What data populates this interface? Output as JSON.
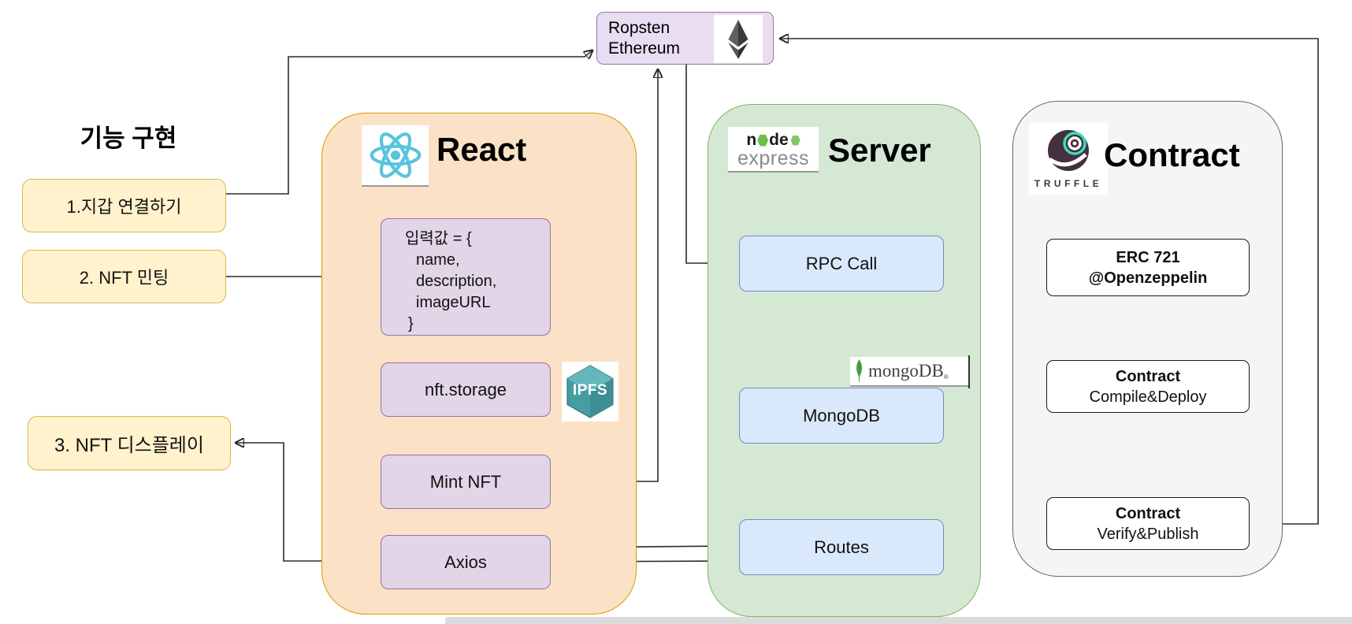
{
  "ropsten": {
    "line1": "Ropsten",
    "line2": "Ethereum"
  },
  "features": {
    "heading": "기능 구현",
    "items": [
      "1.지갑 연결하기",
      "2. NFT 민팅",
      "3. NFT 디스플레이"
    ]
  },
  "react": {
    "title": "React",
    "input_lines": [
      "입력값 = {",
      "name,",
      "description,",
      "imageURL",
      "}"
    ],
    "nft_storage": "nft.storage",
    "mint_nft": "Mint NFT",
    "axios": "Axios",
    "ipfs_label": "IPFS"
  },
  "server": {
    "title": "Server",
    "logo": {
      "node_part1": "n",
      "node_part2": "de",
      "express": "express"
    },
    "rpc_call": "RPC Call",
    "mongodb": "MongoDB",
    "routes": "Routes",
    "mongo_badge": "mongoDB"
  },
  "contract": {
    "title": "Contract",
    "logo_text": "TRUFFLE",
    "boxes": [
      {
        "line1": "ERC 721",
        "line2": "@Openzeppelin"
      },
      {
        "line1": "Contract",
        "line2": "Compile&Deploy"
      },
      {
        "line1": "Contract",
        "line2": "Verify&Publish"
      }
    ]
  },
  "colors": {
    "yellow_fill": "#FFF2CC",
    "yellow_border": "#D6B656",
    "purple_fill": "#E1D5E7",
    "purple_border": "#9673A6",
    "ropsten_fill": "#E8DDF1",
    "blue_fill": "#DAE8FC",
    "blue_border": "#6C8EBF",
    "orange_fill": "#FBE2C6",
    "orange_border": "#D79B00",
    "green_fill": "#D5E8D4",
    "green_border": "#82B366",
    "gray_fill": "#F5F5F5",
    "gray_border": "#666666",
    "edge_line": "#2B2B2B",
    "react_cyan": "#58C4DC",
    "ipfs_teal": "#469EA2",
    "node_green": "#6BBF47",
    "mongo_green": "#47A248",
    "truffle_brown": "#44313D",
    "truffle_teal": "#3CDBC0"
  }
}
